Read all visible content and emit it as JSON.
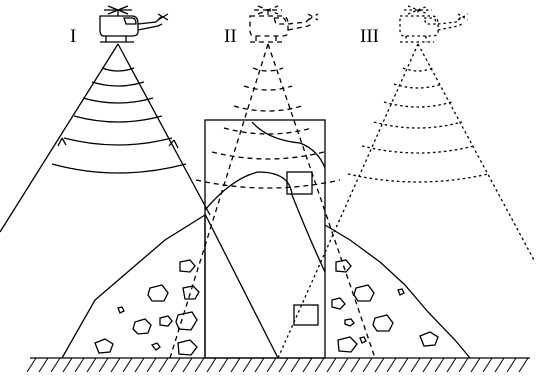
{
  "diagram": {
    "helicopter_labels": [
      "I",
      "II",
      "III"
    ],
    "helicopter_styles": [
      "solid",
      "dashed",
      "dotted"
    ]
  }
}
